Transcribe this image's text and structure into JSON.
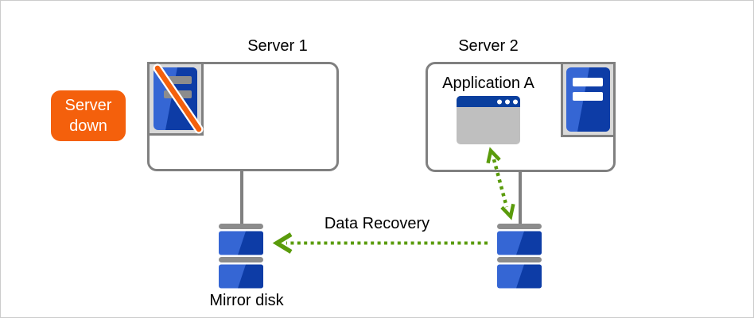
{
  "labels": {
    "server1": "Server 1",
    "server2": "Server 2",
    "server_down": "Server down",
    "application": "Application A",
    "data_recovery": "Data Recovery",
    "mirror_disk": "Mirror disk"
  },
  "icons": {
    "server1_icon": "server-tower-crossed-out-icon",
    "server2_icon": "server-tower-icon",
    "application_icon": "app-window-icon",
    "disk1_icon": "disk-stack-icon",
    "disk2_icon": "disk-stack-icon"
  },
  "colors": {
    "accent_orange": "#f4600c",
    "arrow_green": "#5a9b0b",
    "box_border_gray": "#808080",
    "icon_frame_gray": "#d9d9d9",
    "bar_gray": "#8c8c8c",
    "blue_dark": "#0d3ca6",
    "blue_light": "#3566d4",
    "titlebar_navy": "#0a3f9e",
    "window_body_gray": "#bfbfbf",
    "canvas_border": "#cccccc",
    "text": "#000000"
  }
}
